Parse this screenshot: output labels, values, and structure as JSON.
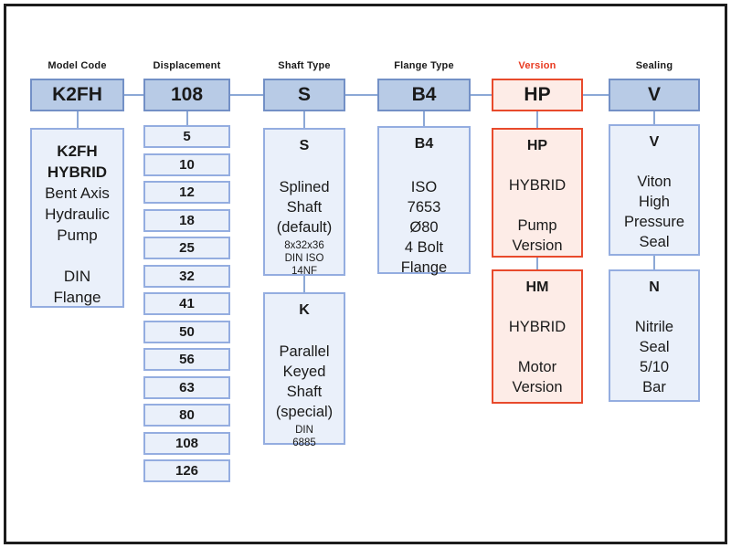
{
  "colors": {
    "page_bg": "#ffffff",
    "frame_border": "#1d1d1d",
    "header_fill": "#b8cbe6",
    "header_border": "#7390c6",
    "detail_fill": "#eaf0fa",
    "detail_border": "#94ade0",
    "version_fill": "#fdece7",
    "version_border": "#e84a2c",
    "version_label_color": "#e8391f",
    "connector": "#8ca8d6",
    "text_color": "#1a1a1a"
  },
  "columns": {
    "model_code": {
      "label": "Model Code",
      "code": "K2FH"
    },
    "displacement": {
      "label": "Displacement",
      "code": "108",
      "values": [
        "5",
        "10",
        "12",
        "18",
        "25",
        "32",
        "41",
        "50",
        "56",
        "63",
        "80",
        "108",
        "126"
      ]
    },
    "shaft_type": {
      "label": "Shaft Type",
      "code": "S"
    },
    "flange_type": {
      "label": "Flange Type",
      "code": "B4"
    },
    "version": {
      "label": "Version",
      "code": "HP"
    },
    "sealing": {
      "label": "Sealing",
      "code": "V"
    }
  },
  "details": {
    "model": {
      "title1": "K2FH",
      "title2": "HYBRID",
      "lines": [
        "Bent Axis",
        "Hydraulic",
        "Pump"
      ],
      "lines2": [
        "DIN",
        "Flange"
      ]
    },
    "shaft_s": {
      "code": "S",
      "lines": [
        "Splined",
        "Shaft",
        "(default)"
      ],
      "small": [
        "8x32x36",
        "DIN ISO",
        "14NF"
      ]
    },
    "shaft_k": {
      "code": "K",
      "lines": [
        "Parallel",
        "Keyed",
        "Shaft",
        "(special)"
      ],
      "small": [
        "DIN",
        "6885"
      ]
    },
    "flange_b4": {
      "code": "B4",
      "lines": [
        "ISO",
        "7653",
        "Ø80",
        "4 Bolt",
        "Flange"
      ]
    },
    "version_hp": {
      "code": "HP",
      "line1": "HYBRID",
      "lines": [
        "Pump",
        "Version"
      ]
    },
    "version_hm": {
      "code": "HM",
      "line1": "HYBRID",
      "lines": [
        "Motor",
        "Version"
      ]
    },
    "seal_v": {
      "code": "V",
      "lines": [
        "Viton",
        "High",
        "Pressure",
        "Seal"
      ]
    },
    "seal_n": {
      "code": "N",
      "lines": [
        "Nitrile",
        "Seal",
        "5/10",
        "Bar"
      ]
    }
  }
}
